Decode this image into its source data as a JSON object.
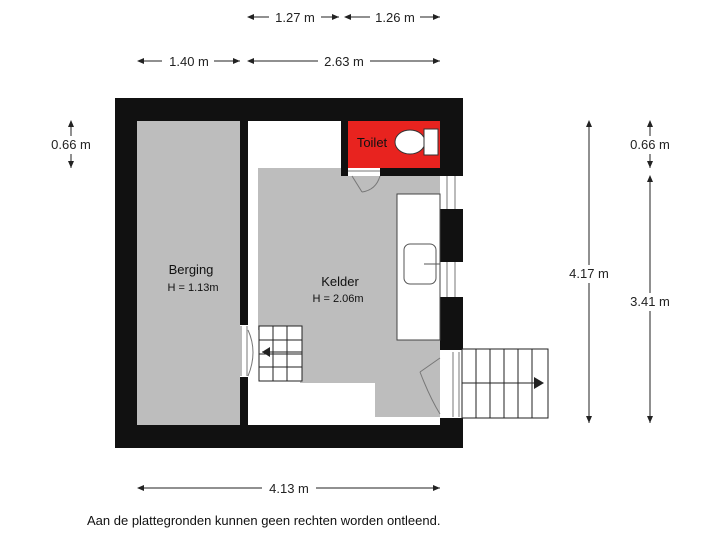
{
  "dimensions": {
    "top_1": "1.27 m",
    "top_2": "1.26 m",
    "second_1": "1.40 m",
    "second_2": "2.63 m",
    "left_height": "0.66 m",
    "right_top": "0.66 m",
    "right_total": "4.17 m",
    "right_lower": "3.41 m",
    "bottom_width": "4.13 m"
  },
  "rooms": {
    "berging": {
      "name": "Berging",
      "height": "H = 1.13m"
    },
    "kelder": {
      "name": "Kelder",
      "height": "H = 2.06m"
    },
    "toilet": {
      "name": "Toilet"
    }
  },
  "colors": {
    "wall": "#111111",
    "floor": "#bdbdbd",
    "toilet": "#e8231f"
  },
  "disclaimer": "Aan de plattegronden kunnen geen rechten worden ontleend."
}
